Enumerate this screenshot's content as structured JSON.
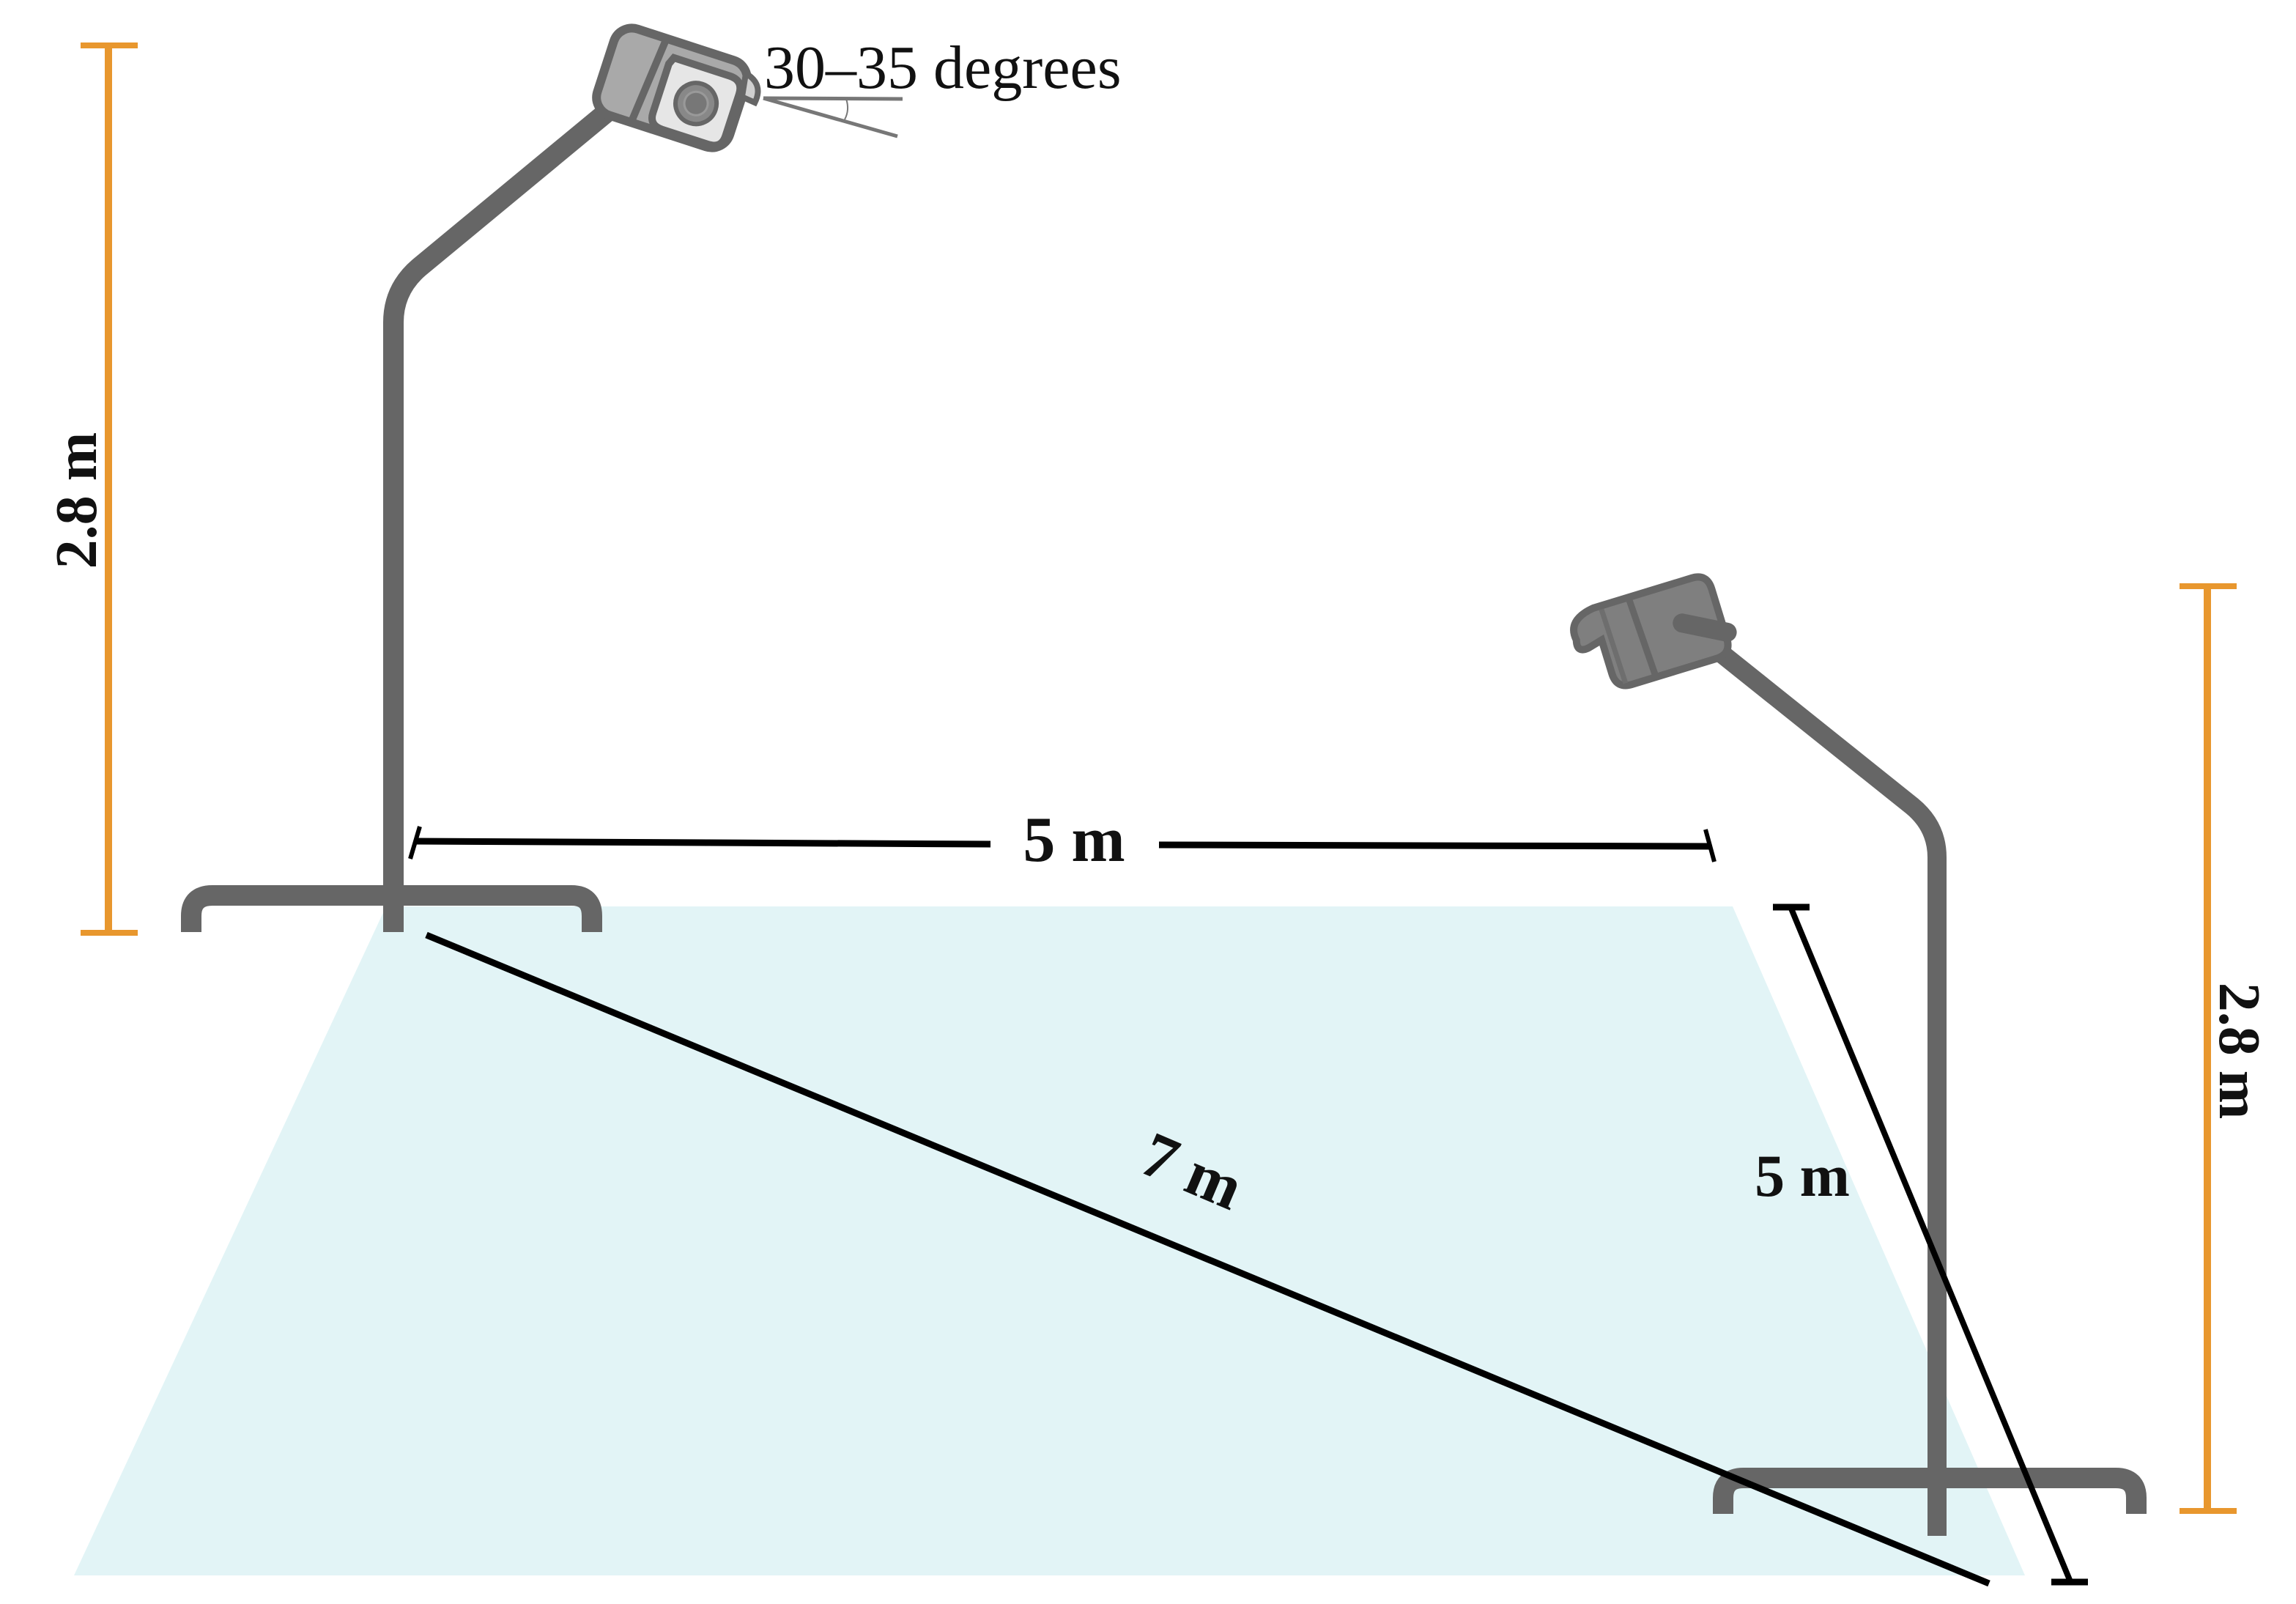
{
  "figure": {
    "description": "Dual camera stand setup with floor capture area and measurements",
    "colors": {
      "background": "#ffffff",
      "floor": "#e2f4f6",
      "stand": "#666666",
      "camera_body": "#a9a9a9",
      "camera_front": "#e6e6e6",
      "camera_back": "#7a7a7a",
      "height_marker": "#e8972e",
      "dimension_line": "#000000",
      "angle_indicator": "#777777"
    }
  },
  "labels": {
    "camera_angle": "30–35 degrees",
    "left_height": "2.8 m",
    "right_height": "2.8 m",
    "stand_separation": "5 m",
    "diagonal_distance": "7 m",
    "depth_distance": "5 m"
  },
  "cameras": [
    {
      "id": "left",
      "view": "front",
      "height": "2.8 m",
      "tilt": "30–35 degrees"
    },
    {
      "id": "right",
      "view": "back",
      "height": "2.8 m"
    }
  ],
  "measurements": [
    {
      "name": "stand_separation",
      "value": "5 m",
      "orientation": "horizontal"
    },
    {
      "name": "diagonal_distance",
      "value": "7 m",
      "orientation": "diagonal"
    },
    {
      "name": "depth_distance",
      "value": "5 m",
      "orientation": "depth"
    },
    {
      "name": "left_height",
      "value": "2.8 m",
      "orientation": "vertical"
    },
    {
      "name": "right_height",
      "value": "2.8 m",
      "orientation": "vertical"
    }
  ]
}
